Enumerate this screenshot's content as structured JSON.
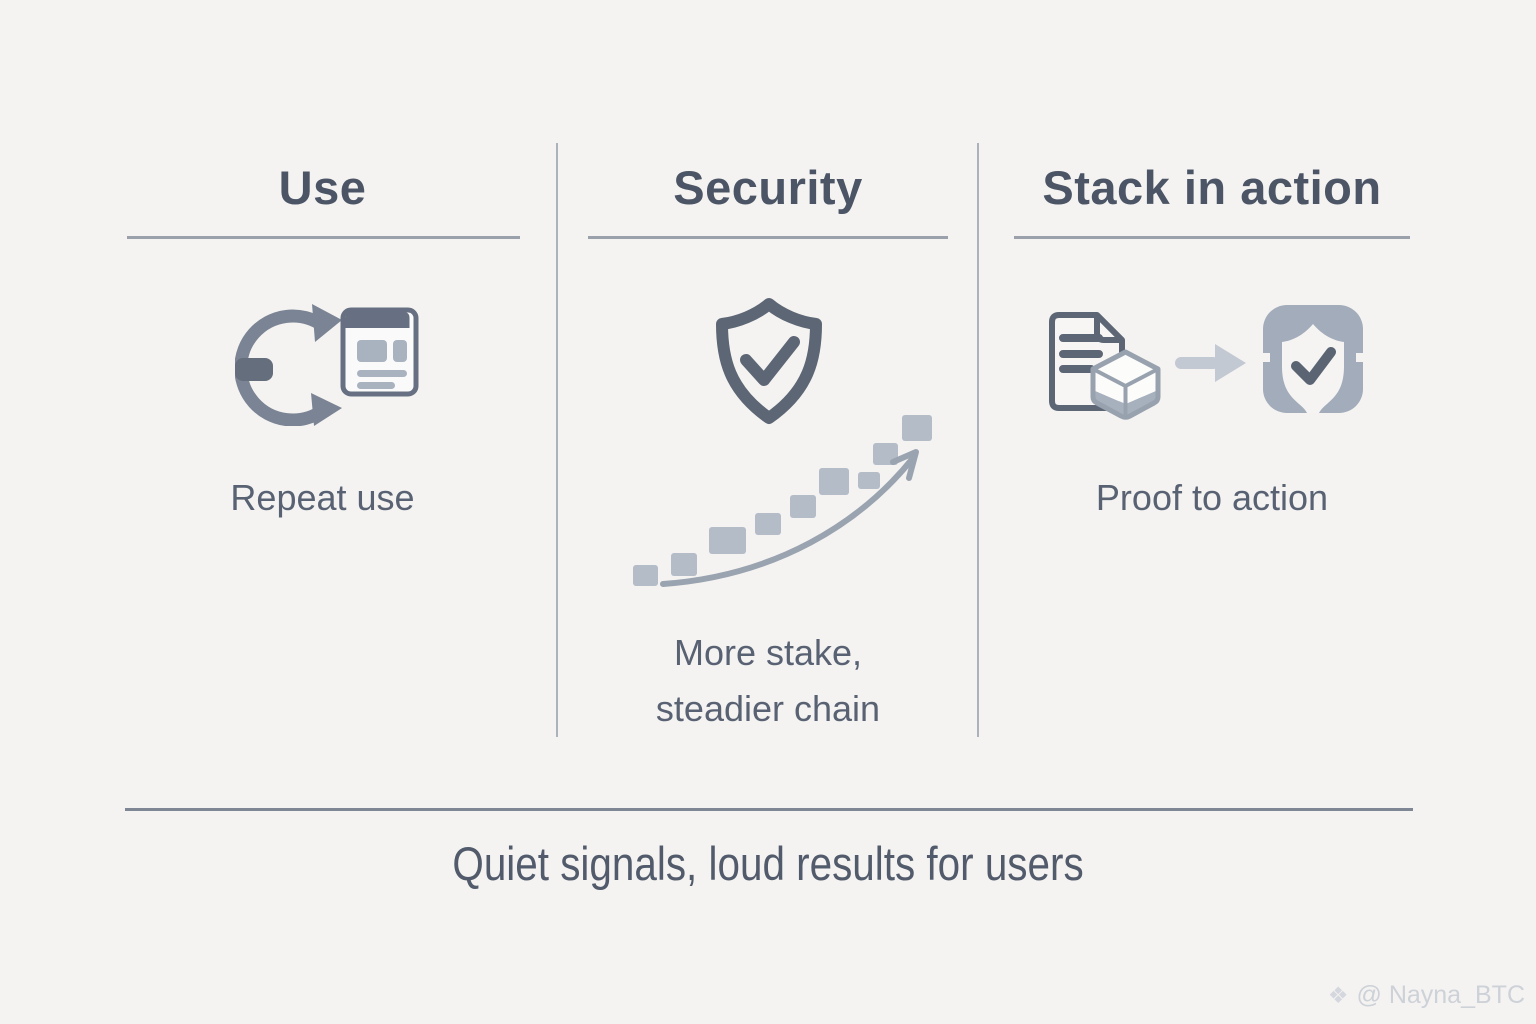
{
  "columns": [
    {
      "title": "Use",
      "caption": "Repeat use"
    },
    {
      "title": "Security",
      "caption_line1": "More stake,",
      "caption_line2": "steadier chain"
    },
    {
      "title": "Stack in action",
      "caption": "Proof to action"
    }
  ],
  "tagline": "Quiet signals, loud results for users",
  "watermark": {
    "logo_glyph": "❖",
    "text": "@ Nayna_BTC"
  },
  "icons": {
    "column1": [
      "repeat-cycle-icon",
      "browser-window-icon"
    ],
    "column2": [
      "shield-check-icon",
      "growth-steps-icon"
    ],
    "column3": [
      "document-icon",
      "cube-icon",
      "arrow-right-icon",
      "badge-check-icon"
    ]
  },
  "colors": {
    "background": "#f4f3f1",
    "heading_text": "#4b5566",
    "caption_text": "#596273",
    "tagline_text": "#525b6b",
    "underline": "#9aa1ab",
    "vertical_divider": "#acb2bc",
    "horizontal_rule": "#7e8793",
    "icon_dark": "#5d6675",
    "icon_mid": "#7b8494",
    "icon_light": "#b4bcc8",
    "arrow_light": "#c2c9d3",
    "watermark_text": "#cdd1d8"
  }
}
